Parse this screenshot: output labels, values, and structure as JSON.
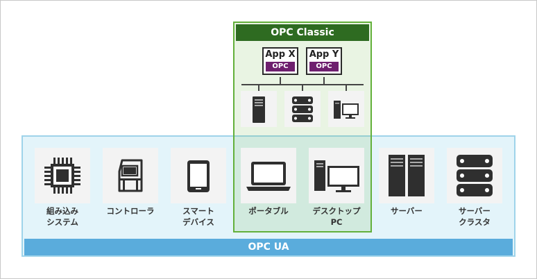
{
  "classic": {
    "title": "OPC Classic",
    "apps": [
      {
        "name": "App X",
        "tag": "OPC"
      },
      {
        "name": "App Y",
        "tag": "OPC"
      }
    ]
  },
  "ua": {
    "title": "OPC UA"
  },
  "devices": [
    {
      "label_line1": "組み込み",
      "label_line2": "システム",
      "icon": "chip-icon"
    },
    {
      "label_line1": "コントローラ",
      "label_line2": "",
      "icon": "controller-icon"
    },
    {
      "label_line1": "スマート",
      "label_line2": "デバイス",
      "icon": "tablet-icon"
    },
    {
      "label_line1": "ポータブル",
      "label_line2": "",
      "icon": "laptop-icon"
    },
    {
      "label_line1": "デスクトップ",
      "label_line2": "PC",
      "icon": "desktop-icon"
    },
    {
      "label_line1": "サーバー",
      "label_line2": "",
      "icon": "server-tower-icon"
    },
    {
      "label_line1": "サーバー",
      "label_line2": "クラスタ",
      "icon": "server-cluster-icon"
    }
  ],
  "colors": {
    "classic_border": "#62b03a",
    "classic_title_bg": "#2e6b21",
    "ua_border": "#9ed3ea",
    "ua_bar": "#5aacdc",
    "opc_tag": "#6e1f6e"
  }
}
